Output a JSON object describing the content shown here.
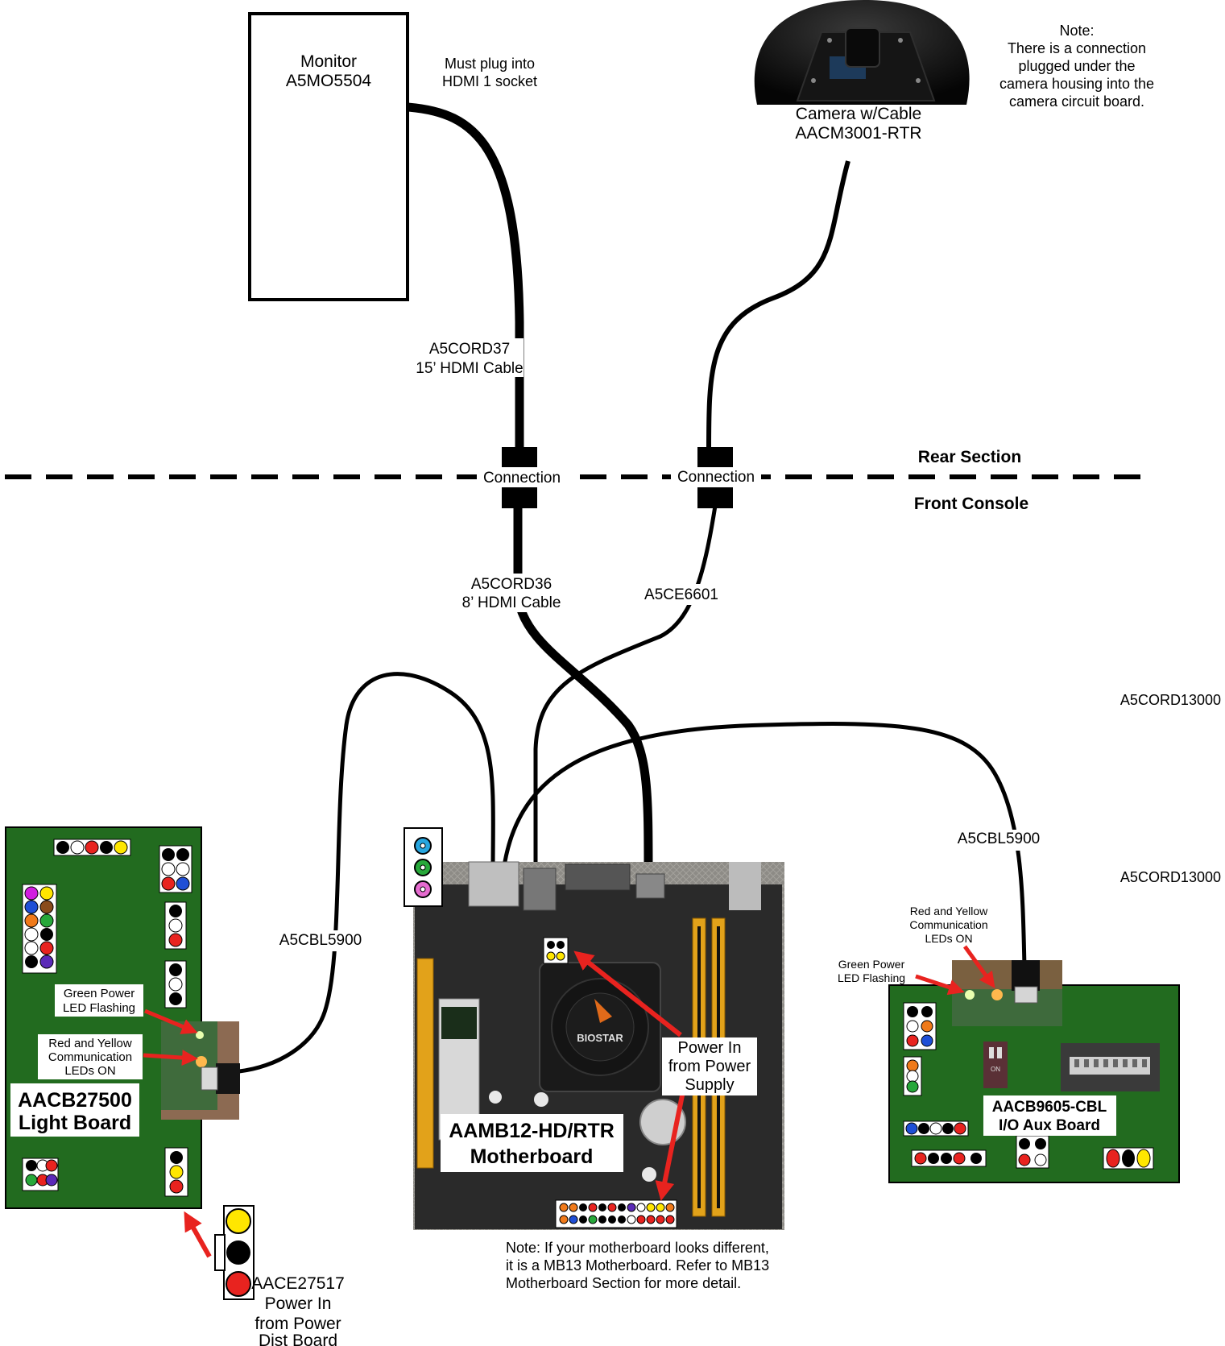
{
  "monitor": {
    "name": "Monitor",
    "part": "A5MO5504",
    "note_line1": "Must plug into",
    "note_line2": "HDMI 1 socket"
  },
  "camera": {
    "name": "Camera w/Cable",
    "part": "AACM3001-RTR"
  },
  "camera_note": {
    "line1": "Note:",
    "line2": "There is a connection",
    "line3": "plugged under the",
    "line4": "camera housing into the",
    "line5": "camera circuit board."
  },
  "cables": {
    "rear_hdmi_part": "A5CORD37",
    "rear_hdmi_desc": "15’ HDMI Cable",
    "front_hdmi_part": "A5CORD36",
    "front_hdmi_desc": "8’ HDMI Cable",
    "camera_ext": "A5CE6601",
    "usb_light": "A5CBL5900",
    "usb_io": "A5CBL5900",
    "cord_top": "A5CORD13000",
    "cord_bottom": "A5CORD13000"
  },
  "connection_label": "Connection",
  "sections": {
    "rear": "Rear Section",
    "front": "Front Console"
  },
  "light_board": {
    "part": "AACB27500",
    "name": "Light Board",
    "green_line1": "Green Power",
    "green_line2": "LED Flashing",
    "red_line1": "Red and Yellow",
    "red_line2": "Communication",
    "red_line3": "LEDs ON"
  },
  "power_in": {
    "part": "AACE27517",
    "line1": "Power In",
    "line2": "from Power",
    "line3": "Dist Board"
  },
  "motherboard": {
    "part": "AAMB12-HD/RTR",
    "name": "Motherboard",
    "brand": "BIOSTAR",
    "power_line1": "Power In",
    "power_line2": "from Power",
    "power_line3": "Supply",
    "note_line1": "Note: If your motherboard looks different,",
    "note_line2": "it is a MB13 Motherboard. Refer to MB13",
    "note_line3": "Motherboard Section for more detail."
  },
  "io_board": {
    "part": "AACB9605-CBL",
    "name": "I/O Aux Board",
    "green_line1": "Green Power",
    "green_line2": "LED Flashing",
    "red_line1": "Red and Yellow",
    "red_line2": "Communication",
    "red_line3": "LEDs ON",
    "switch_label": "ON"
  },
  "colors": {
    "board_green": "#226b1f",
    "arrow_red": "#e8231f",
    "cable": "#000000",
    "mb_dark": "#2a2a2a"
  }
}
